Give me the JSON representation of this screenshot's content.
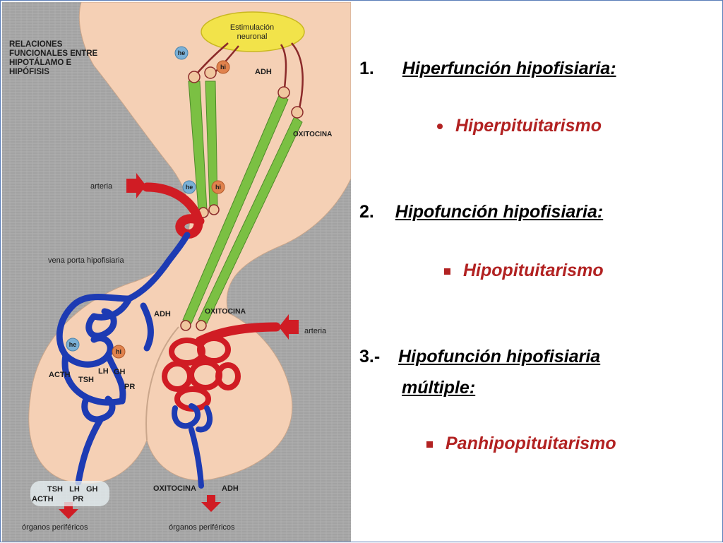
{
  "diagram": {
    "title_lines": [
      "RELACIONES",
      "FUNCIONALES ENTRE",
      "HIPOTÁLAMO E",
      "HIPÓFISIS"
    ],
    "neural_label_lines": [
      "Estimulación",
      "neuronal"
    ],
    "labels": {
      "adh_top": "ADH",
      "oxitocina_top": "OXITOCINA",
      "arteria_left": "arteria",
      "vena_porta": "vena porta hipofisiaria",
      "adh_mid": "ADH",
      "oxitocina_mid": "OXITOCINA",
      "arteria_right": "arteria",
      "acth": "ACTH",
      "tsh": "TSH",
      "lh": "LH",
      "gh": "GH",
      "pr": "PR",
      "bottom_left_line1": "TSH   LH   GH",
      "bottom_left_line2": "ACTH         PR",
      "oxitocina_bottom": "OXITOCINA",
      "adh_bottom": "ADH",
      "organos_left": "órganos periféricos",
      "organos_right": "órganos periféricos"
    },
    "badges": {
      "he": "he",
      "hi": "hi"
    }
  },
  "slide": {
    "item1": {
      "number": "1.",
      "heading": "Hiperfunción  hipofisiaria:",
      "bullet": "Hiperpituitarismo"
    },
    "item2": {
      "number": "2.",
      "heading": "Hipofunción hipofisiaria:",
      "bullet": "Hipopituitarismo"
    },
    "item3": {
      "number": "3.-",
      "heading_line1": "Hipofunción  hipofisiaria",
      "heading_line2": "múltiple:",
      "bullet": "Panhipopituitarismo"
    }
  },
  "colors": {
    "accent_text": "#b22222",
    "artery_red": "#d01c24",
    "vein_blue": "#1d3bb3",
    "neuron_green": "#7bc043",
    "tissue": "#f5d0b5",
    "stimulus_yellow": "#f2e34a"
  }
}
